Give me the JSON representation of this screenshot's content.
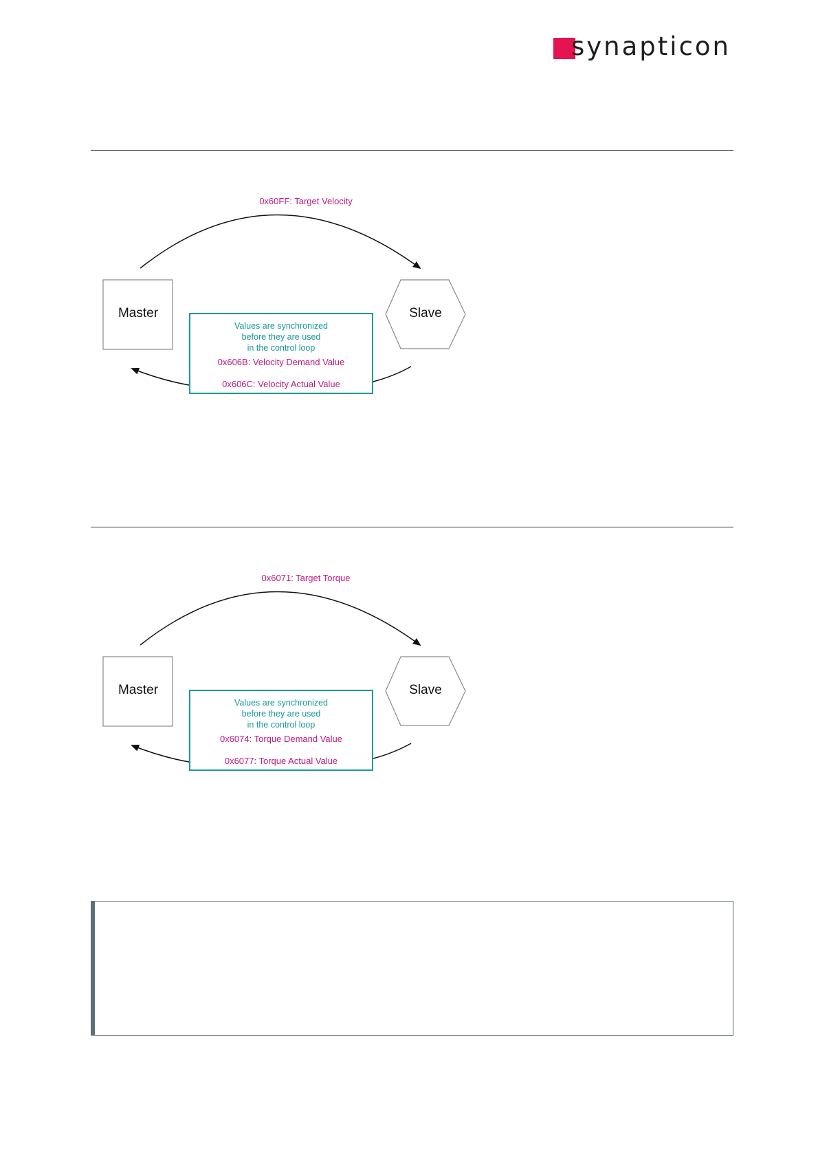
{
  "header": {
    "logo_text": "synapticon",
    "brand_color": "#e5134f"
  },
  "diagrams": [
    {
      "top_label": "0x60FF: Target Velocity",
      "master_label": "Master",
      "slave_label": "Slave",
      "sync_note": [
        "Values are synchronized",
        "before they are used",
        "in the control loop"
      ],
      "demand_label": "0x606B: Velocity Demand Value",
      "actual_label": "0x606C: Velocity Actual Value"
    },
    {
      "top_label": "0x6071: Target Torque",
      "master_label": "Master",
      "slave_label": "Slave",
      "sync_note": [
        "Values are synchronized",
        "before they are used",
        "in the control loop"
      ],
      "demand_label": "0x6074: Torque Demand Value",
      "actual_label": "0x6077: Torque Actual Value"
    }
  ],
  "colors": {
    "magenta": "#c0177f",
    "teal": "#1a9a9b",
    "note_border": "#5d6f78"
  }
}
